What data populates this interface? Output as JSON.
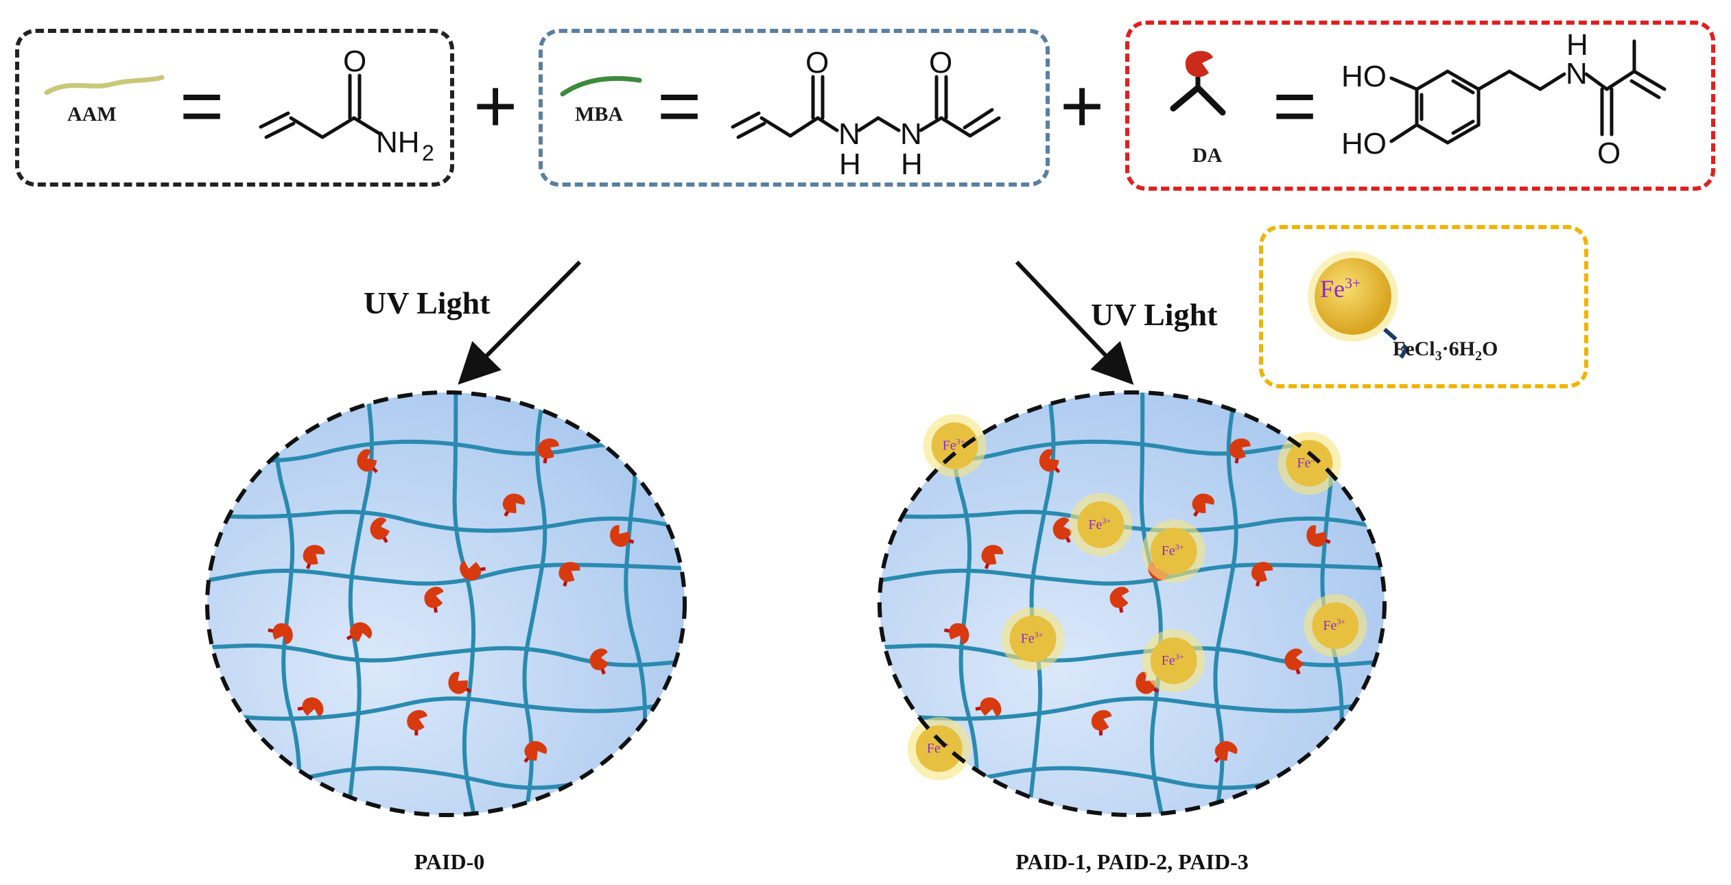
{
  "reagents": {
    "aam": {
      "label": "AAM",
      "color": "#c8c878"
    },
    "mba": {
      "label": "MBA",
      "color": "#3d8a3d"
    },
    "da": {
      "label": "DA",
      "color": "#cc2a1a"
    }
  },
  "symbols": {
    "plus": "+",
    "equals": "="
  },
  "atoms": {
    "o": "O",
    "nh2": "NH",
    "nh2_sub": "2",
    "n": "N",
    "h": "H",
    "ho": "HO"
  },
  "process": {
    "uv_label": "UV Light"
  },
  "iron": {
    "ion": "Fe",
    "ion_charge": "3+",
    "salt_prefix": "FeCl",
    "salt_sub1": "3",
    "salt_mid": "·6H",
    "salt_sub2": "2",
    "salt_suffix": "O"
  },
  "captions": {
    "left": "PAID-0",
    "right": "PAID-1, PAID-2, PAID-3"
  },
  "colors": {
    "box_aam": "#222222",
    "box_mba": "#5a7fa0",
    "box_da": "#e02020",
    "box_fe": "#f0b400",
    "network": "#2a8ab0",
    "catechol": "#d83a10",
    "link": "#c01010",
    "ion_fill": "#e8c040",
    "ion_glow": "#f6e680",
    "ion_text": "#8a2bd0",
    "gel_center": "#dbe8fa",
    "gel_edge": "#a9c8ee"
  }
}
